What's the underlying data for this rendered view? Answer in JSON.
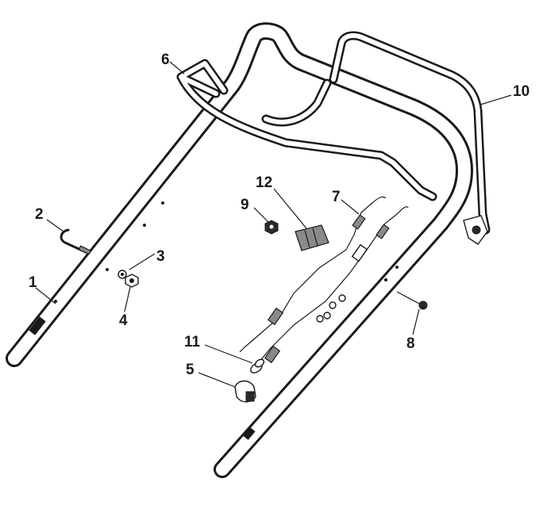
{
  "diagram": {
    "labels": {
      "p1": "1",
      "p2": "2",
      "p3": "3",
      "p4": "4",
      "p5": "5",
      "p6": "6",
      "p7": "7",
      "p8": "8",
      "p9": "9",
      "p10": "10",
      "p11": "11",
      "p12": "12"
    }
  }
}
